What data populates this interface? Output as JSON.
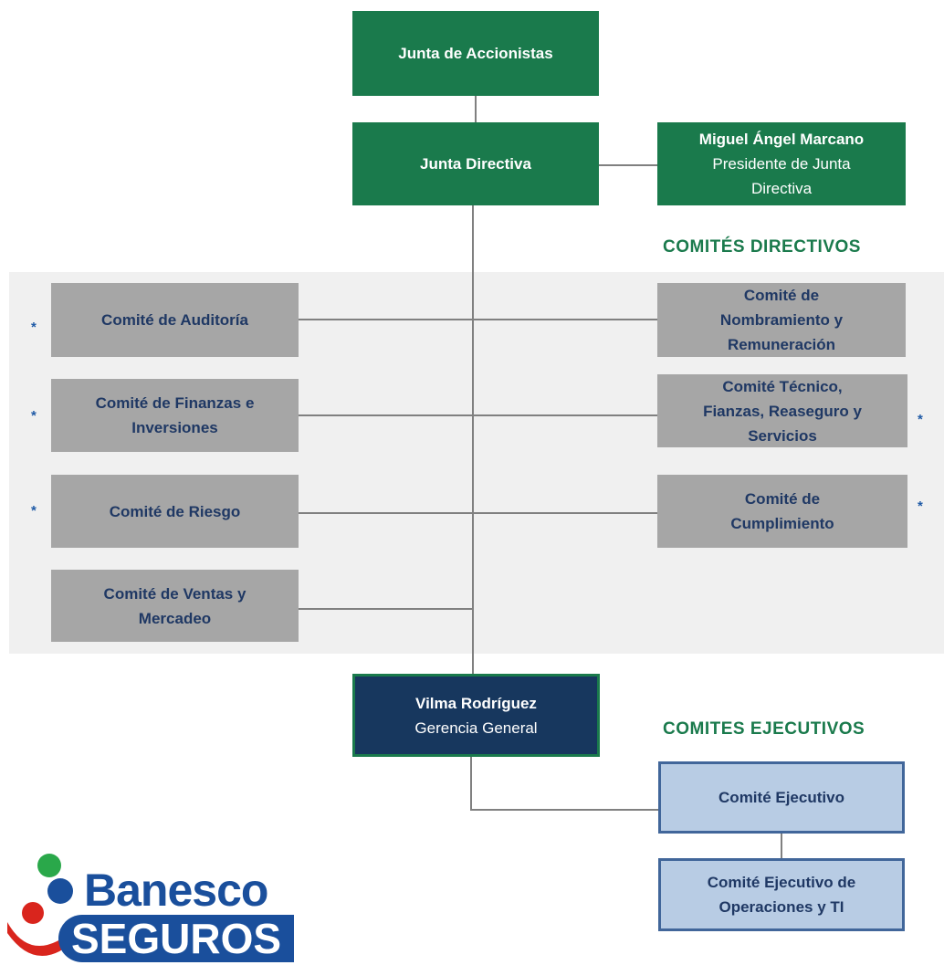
{
  "board": {
    "shareholders": "Junta de Accionistas",
    "directors": "Junta Directiva",
    "president_name": "Miguel Ángel Marcano",
    "president_role": "Presidente de Junta\nDirectiva"
  },
  "directive_committees": {
    "heading": "COMITÉS DIRECTIVOS",
    "left": [
      "Comité de Auditoría",
      "Comité de Finanzas e\nInversiones",
      "Comité de Riesgo",
      "Comité de Ventas y\nMercadeo"
    ],
    "right": [
      "Comité de\nNombramiento y\nRemuneración",
      "Comité Técnico,\nFianzas, Reaseguro y\nServicios",
      "Comité de\nCumplimiento"
    ],
    "star": "*"
  },
  "management": {
    "name": "Vilma Rodríguez",
    "role": "Gerencia General"
  },
  "executive_committees": {
    "heading": "COMITES EJECUTIVOS",
    "items": [
      "Comité Ejecutivo",
      "Comité Ejecutivo de\nOperaciones y TI"
    ]
  },
  "logo": {
    "line1": "Banesco",
    "line2": "SEGUROS"
  },
  "colors": {
    "green": "#1a7a4c",
    "gray": "#a6a6a6",
    "navy": "#17375e",
    "light_blue": "#b8cce4",
    "text_blue": "#1f3864",
    "logo_red": "#d9251d",
    "logo_green": "#2aa84a",
    "logo_blue": "#1a4f9c"
  }
}
